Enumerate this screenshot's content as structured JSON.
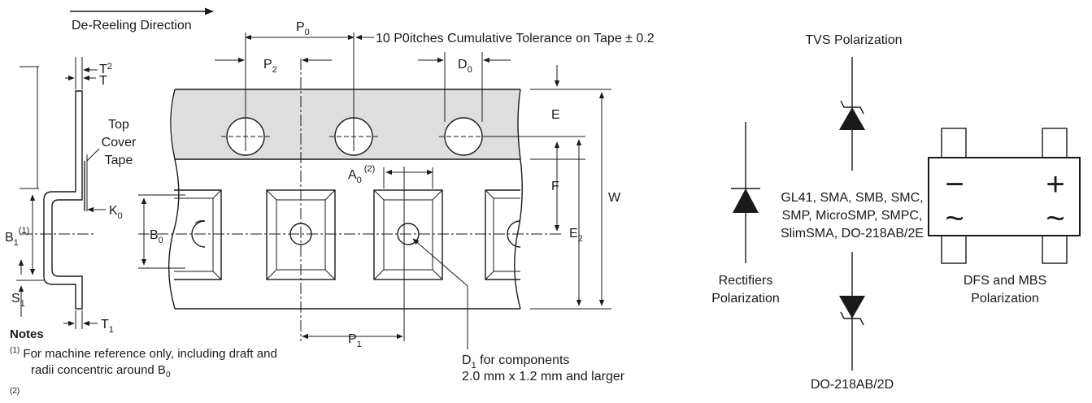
{
  "tape": {
    "de_reeling": "De-Reeling Direction",
    "p0_main": "P",
    "p0_sub": "0",
    "tolerance": "10 P0itches Cumulative Tolerance on Tape ± 0.2",
    "p2_main": "P",
    "p2_sub": "2",
    "d0_main": "D",
    "d0_sub": "0",
    "t2_main": "T",
    "t2_sub": "2",
    "t_main": "T",
    "cover_line1": "Top",
    "cover_line2": "Cover",
    "cover_line3": "Tape",
    "e_label": "E",
    "f_label": "F",
    "w_label": "W",
    "e2_main": "E",
    "e2_sub": "2",
    "a0_main": "A",
    "a0_sub": "0",
    "a0_sup": "(2)",
    "b1_main": "B",
    "b1_sub": "1",
    "b1_sup": "(1)",
    "b0_main": "B",
    "b0_sub": "0",
    "k0_main": "K",
    "k0_sub": "0",
    "s1_main": "S",
    "s1_sub": "1",
    "t1_main": "T",
    "t1_sub": "1",
    "p1_main": "P",
    "p1_sub": "1",
    "d1_main": "D",
    "d1_sub": "1",
    "d1_rest": " for components",
    "d1_line2": "2.0 mm x 1.2 mm and larger"
  },
  "notes": {
    "title": "Notes",
    "note1_marker": "(1)",
    "note1_text": "For machine reference only, including draft and radii concentric around B",
    "note1_sub": "0",
    "note2_marker": "(2)"
  },
  "polarization": {
    "tvs_title": "TVS Polarization",
    "tvs_pkg_line1": "GL41, SMA, SMB, SMC,",
    "tvs_pkg_line2": "SMP, MicroSMP, SMPC,",
    "tvs_pkg_line3": "SlimSMA, DO-218AB/2E",
    "tvs_bottom": "DO-218AB/2D",
    "rect_line1": "Rectifiers",
    "rect_line2": "Polarization",
    "bridge_line1": "DFS and MBS",
    "bridge_line2": "Polarization",
    "minus": "−",
    "plus": "+",
    "ac_left": "~",
    "ac_right": "~"
  }
}
